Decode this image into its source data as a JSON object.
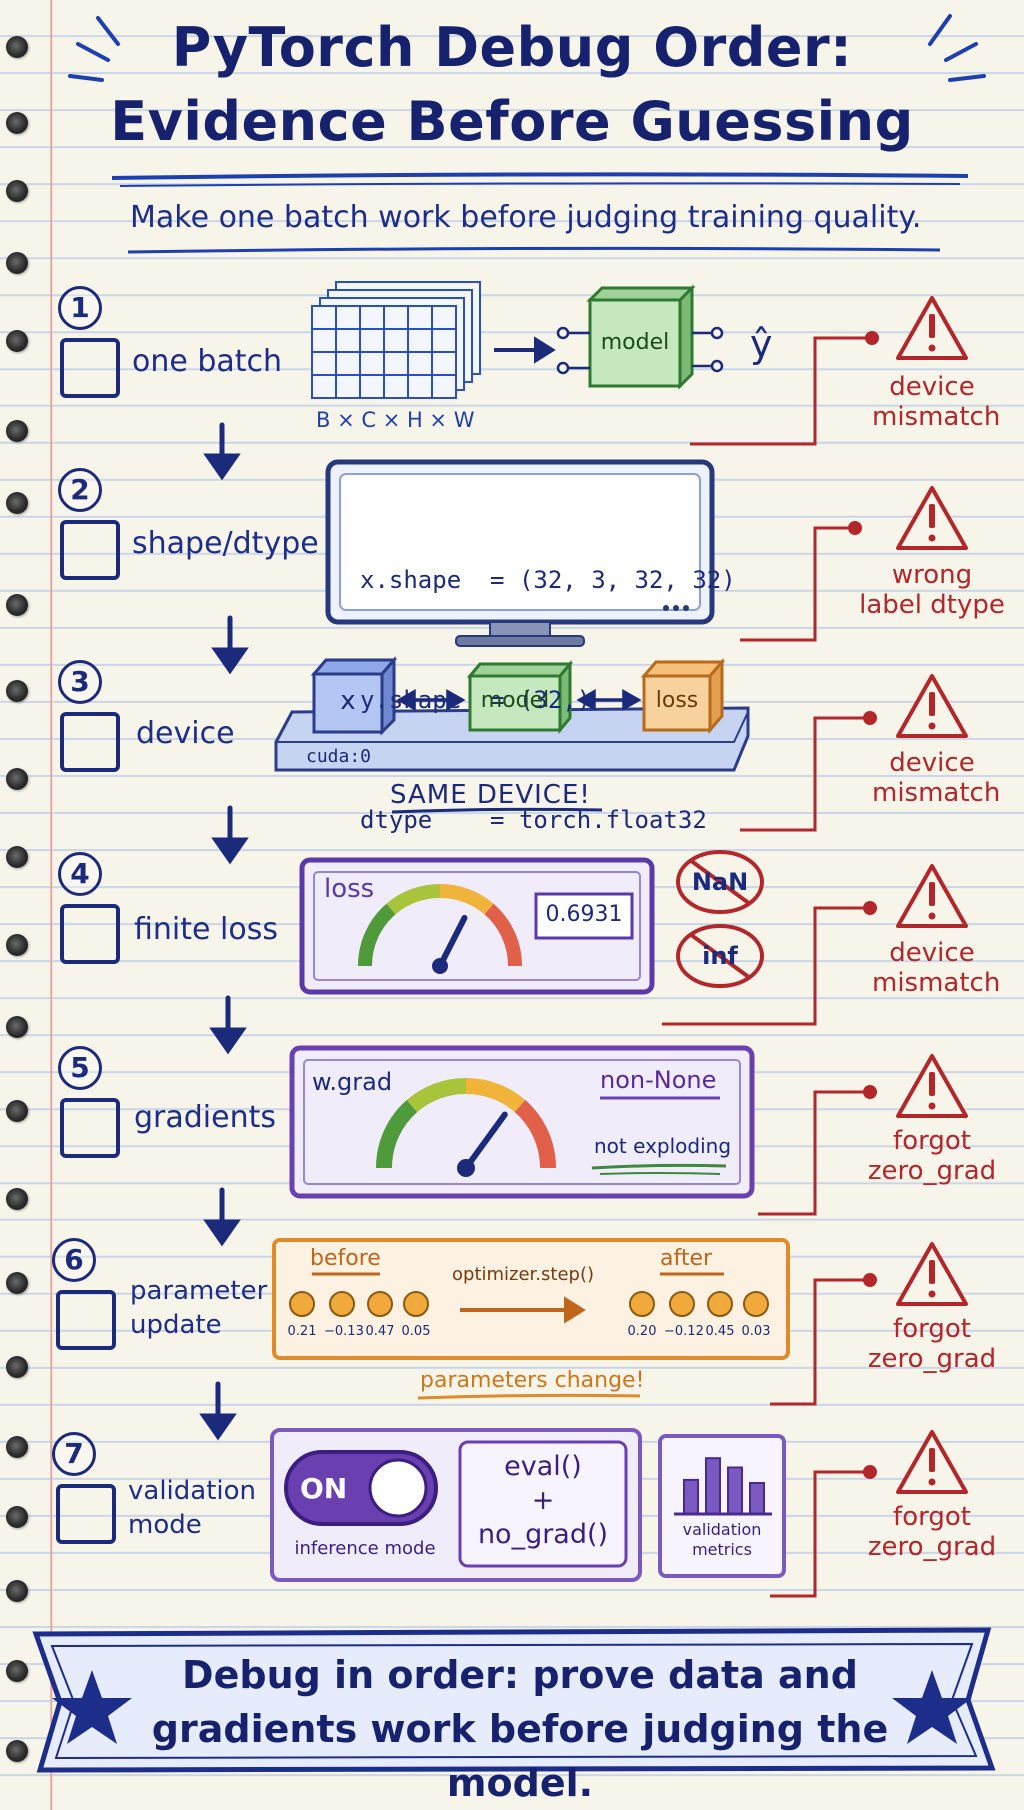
{
  "title_line1": "PyTorch Debug Order:",
  "title_line2": "Evidence Before Guessing",
  "subtitle": "Make one batch work before judging training quality.",
  "steps": [
    {
      "num": "1",
      "label": "one batch"
    },
    {
      "num": "2",
      "label": "shape/dtype"
    },
    {
      "num": "3",
      "label": "device"
    },
    {
      "num": "4",
      "label": "finite loss"
    },
    {
      "num": "5",
      "label": "gradients"
    },
    {
      "num": "6",
      "label_line1": "parameter",
      "label_line2": "update"
    },
    {
      "num": "7",
      "label_line1": "validation",
      "label_line2": "mode"
    }
  ],
  "warnings": [
    {
      "line1": "device",
      "line2": "mismatch"
    },
    {
      "line1": "wrong",
      "line2": "label dtype"
    },
    {
      "line1": "device",
      "line2": "mismatch"
    },
    {
      "line1": "device",
      "line2": "mismatch"
    },
    {
      "line1": "forgot",
      "line2": "zero_grad"
    },
    {
      "line1": "forgot",
      "line2": "zero_grad"
    },
    {
      "line1": "forgot",
      "line2": "zero_grad"
    }
  ],
  "step1": {
    "dims": "B × C × H × W",
    "model": "model",
    "output": "ŷ"
  },
  "step2": {
    "line1": "x.shape  = (32, 3, 32, 32)",
    "line2": "y.shape  = (32,)",
    "line3": "dtype    = torch.float32"
  },
  "step3": {
    "x": "x",
    "model": "model",
    "loss": "loss",
    "device": "cuda:0",
    "note": "SAME DEVICE!"
  },
  "step4": {
    "loss_label": "loss",
    "loss_value": "0.6931",
    "nan": "NaN",
    "inf": "inf",
    "needle_fraction": 0.35
  },
  "step5": {
    "grad_label": "w.grad",
    "non_none": "non-None",
    "not_exploding": "not exploding",
    "needle_fraction": 0.3
  },
  "step6": {
    "before": "before",
    "after": "after",
    "op": "optimizer.step()",
    "before_values": [
      "0.21",
      "−0.13",
      "0.47",
      "0.05"
    ],
    "after_values": [
      "0.20",
      "−0.12",
      "0.45",
      "0.03"
    ],
    "note": "parameters change!"
  },
  "step7": {
    "toggle": "ON",
    "toggle_caption": "inference mode",
    "eval": "eval()",
    "plus": "+",
    "no_grad": "no_grad()",
    "metrics_line1": "validation",
    "metrics_line2": "metrics",
    "bar_values": [
      0.55,
      0.9,
      0.75,
      0.5
    ]
  },
  "banner_line1": "Debug in order: prove data and",
  "banner_line2": "gradients work before judging the model.",
  "colors": {
    "ink": "#1b2a7a",
    "red": "#b3262a",
    "green": "#3c8a3c",
    "purple": "#6a3fb0",
    "orange": "#e08a2a"
  }
}
